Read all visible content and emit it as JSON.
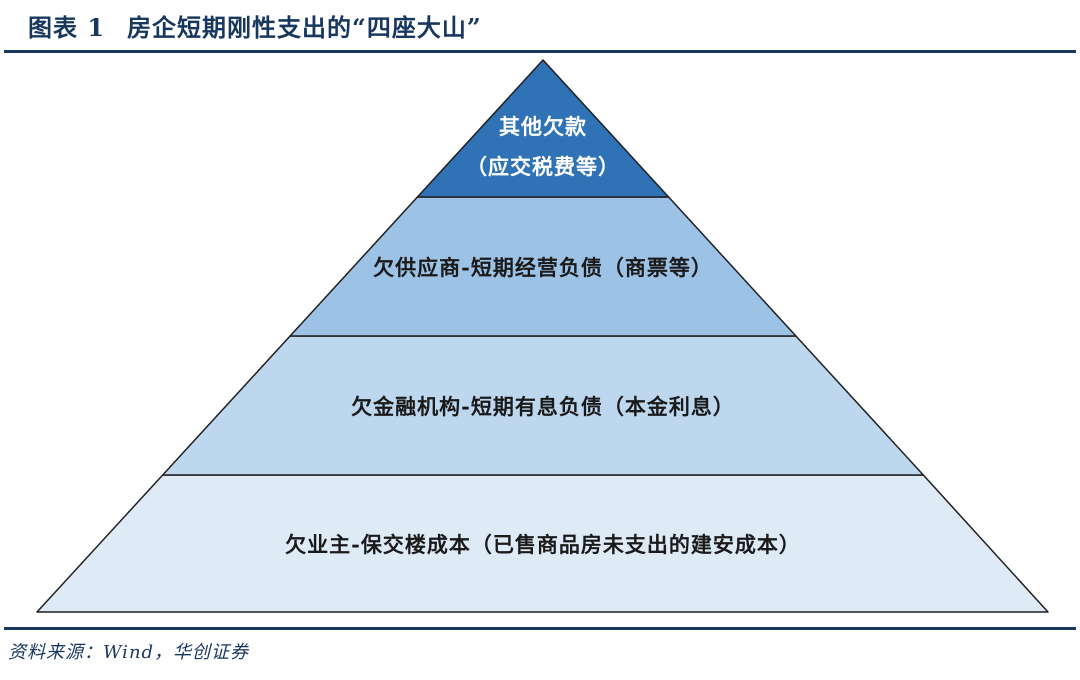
{
  "figure": {
    "index_label": "图表 1",
    "title": "房企短期刚性支出的“四座大山”"
  },
  "pyramid": {
    "layers": [
      {
        "line1": "其他欠款",
        "line2": "（应交税费等）",
        "fill": "#2F72B5",
        "text_color": "#FFFFFF"
      },
      {
        "label": "欠供应商-短期经营负债（商票等）",
        "fill": "#9CC2E5",
        "text_color": "#1A1A1A"
      },
      {
        "label": "欠金融机构-短期有息负债（本金利息）",
        "fill": "#BDD7EE",
        "text_color": "#1A1A1A"
      },
      {
        "label": "欠业主-保交楼成本（已售商品房未支出的建安成本）",
        "fill": "#DEEAF6",
        "text_color": "#1A1A1A"
      }
    ]
  },
  "footer": {
    "source_text": "资料来源：Wind，华创证券"
  },
  "colors": {
    "heading_navy": "#17375E",
    "outline": "#1F1F1F"
  }
}
